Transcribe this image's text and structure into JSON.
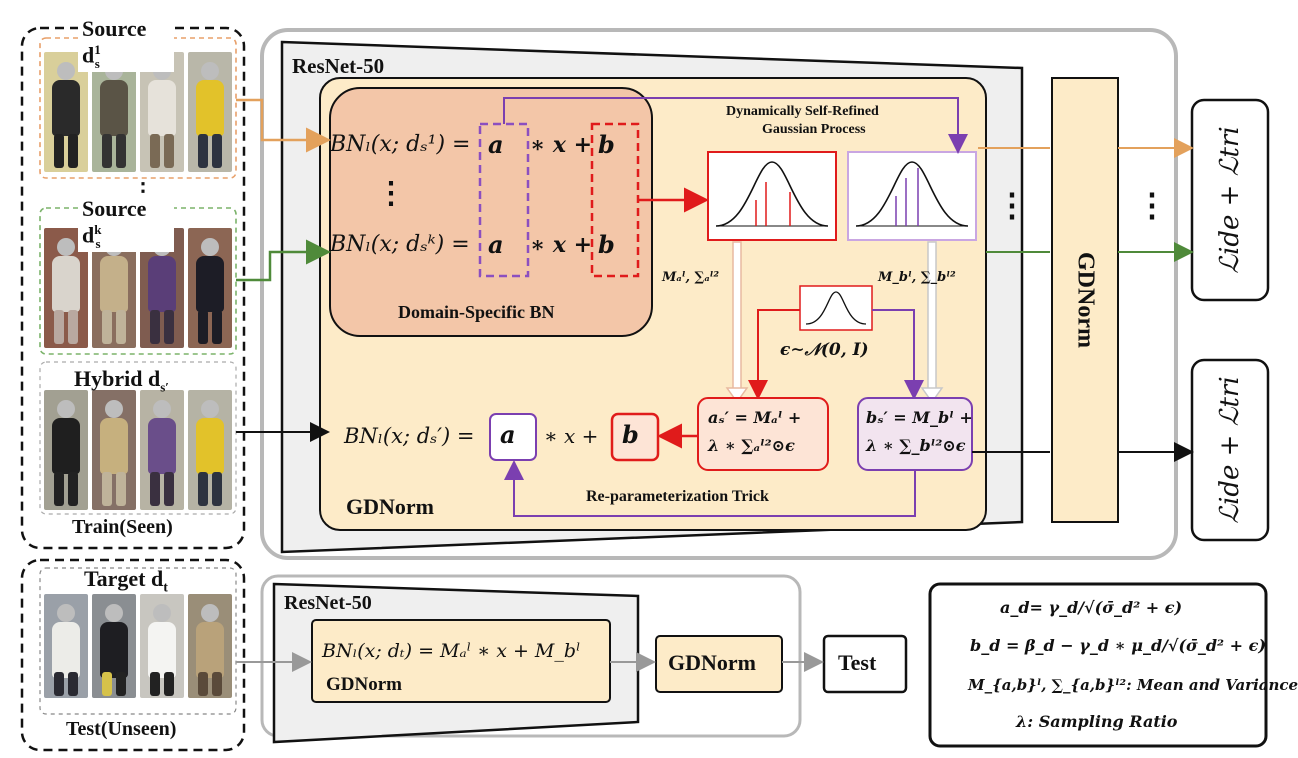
{
  "left_panel": {
    "source1_label": "Source d",
    "source1_sup": "1",
    "source1_sub": "s",
    "ellipsis": "⋮",
    "sourcek_label": "Source d",
    "sourcek_sup": "k",
    "sourcek_sub": "s",
    "hybrid_label": "Hybrid d",
    "hybrid_sub": "s′",
    "train_label": "Train(Seen)",
    "target_label": "Target d",
    "target_sub": "t",
    "test_label": "Test(Unseen)"
  },
  "main": {
    "resnet_title": "ResNet-50",
    "eq1_lhs": "BNₗ(x; dₛ¹) =",
    "eq1_a": "a",
    "eq1_rest": "∗ x +",
    "eq1_b": "b",
    "eq_vdots": "⋮",
    "eq2_lhs": "BNₗ(x; dₛᵏ) =",
    "eq2_a": "a",
    "eq2_rest": "∗ x +",
    "eq2_b": "b",
    "dsbn_label": "Domain-Specific BN",
    "gp_title_line1": "Dynamically Self-Refined",
    "gp_title_line2": "Gaussian Process",
    "ma_label": "Mₐˡ, ∑ₐˡ²",
    "mb_label": "M_bˡ, ∑_bˡ²",
    "eps_label": "ϵ∼𝒩(0, I)",
    "hybrid_eq_lhs": "BNₗ(x; dₛ′) =",
    "hybrid_eq_a": "a",
    "hybrid_eq_rest": "∗ x +",
    "hybrid_eq_b": "b",
    "a_box_line1": "aₛ′ = Mₐˡ +",
    "a_box_line2": "λ ∗ ∑ₐˡ²⊙ϵ",
    "b_box_line1": "bₛ′ = M_bˡ +",
    "b_box_line2": "λ ∗ ∑_bˡ²⊙ϵ",
    "reparam_label": "Re-parameterization Trick",
    "gdnorm_label": "GDNorm",
    "right_dots": "⋮",
    "gdnorm_tall_label": "GDNorm"
  },
  "loss": {
    "top_label": "ℒide + ℒtri",
    "top_dots": "⋮",
    "bottom_label": "ℒide + ℒtri"
  },
  "test_panel": {
    "resnet_title": "ResNet-50",
    "eq": "BNₗ(x; dₜ) = Mₐˡ ∗ x + M_bˡ",
    "gdnorm_inner": "GDNorm",
    "gdnorm_box": "GDNorm",
    "test_box": "Test"
  },
  "legend": {
    "line1": "a_d= γ_d/√(σ̄_d² + ϵ)",
    "line2": "b_d = β_d − γ_d ∗ μ_d/√(σ̄_d² + ϵ)",
    "line3": "M_{a,b}ˡ, ∑_{a,b}ˡ²: Mean and Variance",
    "line4": "λ: Sampling Ratio"
  },
  "colors": {
    "source1_border": "#e8a06a",
    "sourcek_border": "#7bb36a",
    "orange_arrow": "#e3a15c",
    "green_arrow": "#4f8a3a",
    "purple": "#7b3fb0",
    "red": "#e01b1b",
    "dsbn_fill": "#f3c6a8",
    "gdnorm_fill": "#fdebc8",
    "resnet_fill": "#ececec"
  }
}
